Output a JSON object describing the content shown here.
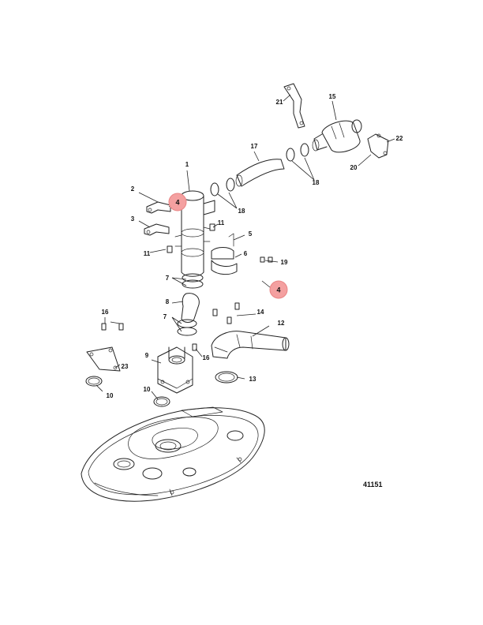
{
  "figure_number": "41151",
  "callouts": [
    {
      "id": "c1",
      "label": "1"
    },
    {
      "id": "c2",
      "label": "2"
    },
    {
      "id": "c3",
      "label": "3"
    },
    {
      "id": "c5",
      "label": "5"
    },
    {
      "id": "c6",
      "label": "6"
    },
    {
      "id": "c7a",
      "label": "7"
    },
    {
      "id": "c7b",
      "label": "7"
    },
    {
      "id": "c8",
      "label": "8"
    },
    {
      "id": "c9",
      "label": "9"
    },
    {
      "id": "c10a",
      "label": "10"
    },
    {
      "id": "c10b",
      "label": "10"
    },
    {
      "id": "c11a",
      "label": "11"
    },
    {
      "id": "c11b",
      "label": "11"
    },
    {
      "id": "c12",
      "label": "12"
    },
    {
      "id": "c13",
      "label": "13"
    },
    {
      "id": "c14",
      "label": "14"
    },
    {
      "id": "c15",
      "label": "15"
    },
    {
      "id": "c16a",
      "label": "16"
    },
    {
      "id": "c16b",
      "label": "16"
    },
    {
      "id": "c17",
      "label": "17"
    },
    {
      "id": "c18a",
      "label": "18"
    },
    {
      "id": "c18b",
      "label": "18"
    },
    {
      "id": "c19",
      "label": "19"
    },
    {
      "id": "c20",
      "label": "20"
    },
    {
      "id": "c21",
      "label": "21"
    },
    {
      "id": "c22",
      "label": "22"
    },
    {
      "id": "c23",
      "label": "23"
    }
  ],
  "highlighted_callouts": [
    {
      "id": "h4a",
      "label": "4",
      "color": "#f4a0a0"
    },
    {
      "id": "h4b",
      "label": "4",
      "color": "#f4a0a0"
    }
  ]
}
